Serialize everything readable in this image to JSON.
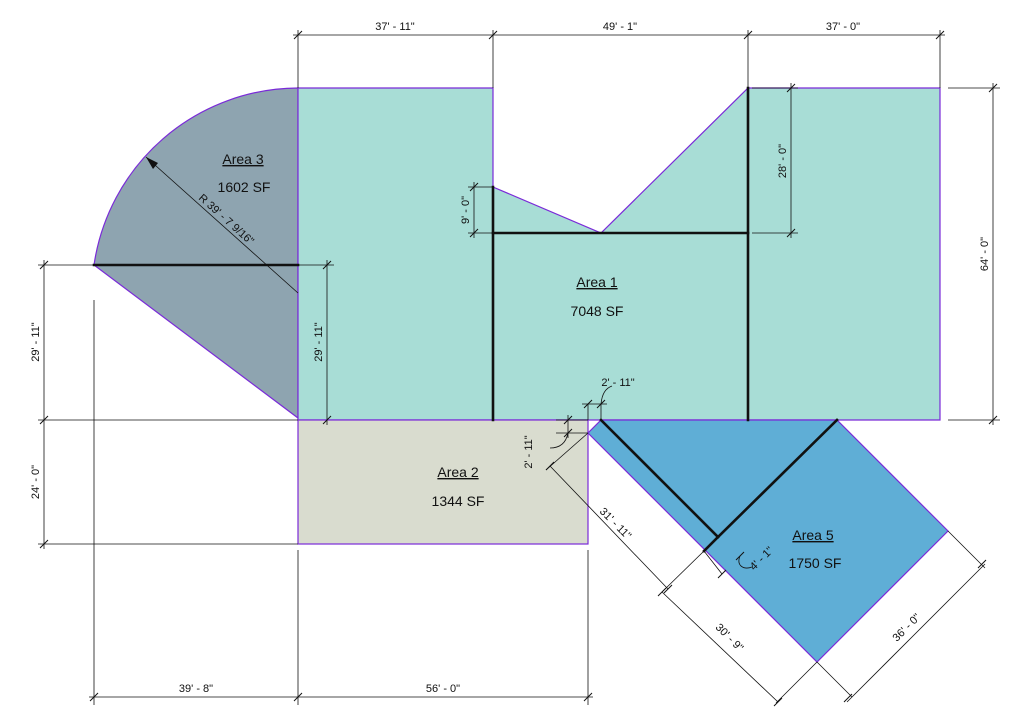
{
  "colors": {
    "area1": "#a8ddd6",
    "area2": "#d9dccf",
    "area3": "#8ea4b0",
    "area5": "#5faed6",
    "boundary": "#7a2ad8",
    "line": "#111111"
  },
  "areas": {
    "area1": {
      "name": "Area 1",
      "sf": "7048 SF"
    },
    "area2": {
      "name": "Area 2",
      "sf": "1344 SF"
    },
    "area3": {
      "name": "Area 3",
      "sf": "1602 SF"
    },
    "area5": {
      "name": "Area 5",
      "sf": "1750 SF"
    }
  },
  "dimensions": {
    "top_left": "37' - 11\"",
    "top_middle": "49' - 1\"",
    "top_right": "37' - 0\"",
    "right_height": "64' - 0\"",
    "inner_right": "28' - 0\"",
    "inner_notch": "9' - 0\"",
    "inner_left": "29' - 11\"",
    "left_upper": "29' - 11\"",
    "left_lower": "24' - 0\"",
    "bottom_left": "39' - 8\"",
    "bottom_middle": "56' - 0\"",
    "small_top": "2' - 11\"",
    "small_left": "2' - 11\"",
    "diag_long": "31' - 11\"",
    "diag_small": "4' - 1\"",
    "diag_bottom": "30' - 9\"",
    "diag_right": "36' - 0\"",
    "radius": "R 39' - 7 9/16\""
  }
}
